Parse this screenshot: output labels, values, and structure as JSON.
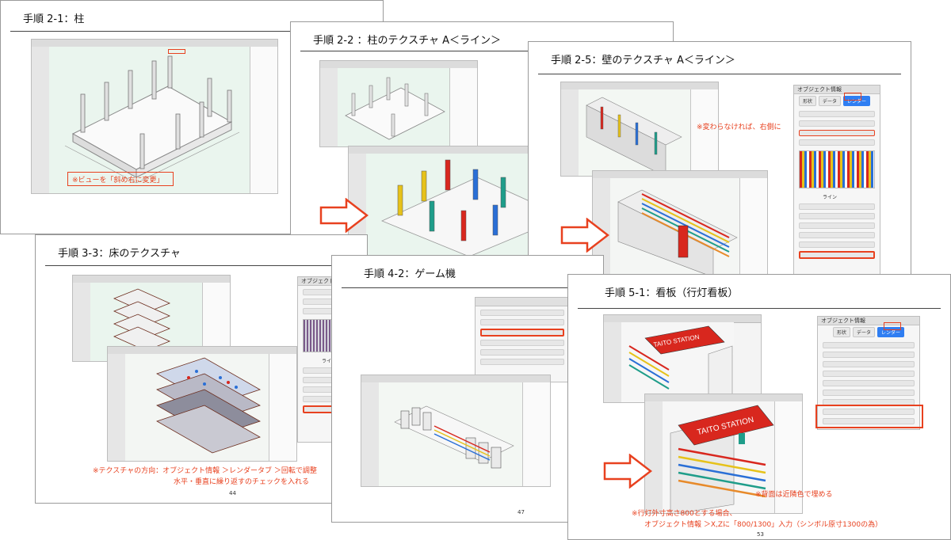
{
  "slides": [
    {
      "title": "手順 2-1：柱",
      "note": "※ビューを「斜め右に変更」",
      "page": ""
    },
    {
      "title": "手順 2-2 ：柱のテクスチャ A＜ライン＞",
      "note": "",
      "page": ""
    },
    {
      "title": "手順 2-5：壁のテクスチャ A＜ライン＞",
      "note": "※変わらなければ、右側に",
      "page": ""
    },
    {
      "title": "手順 3-3：床のテクスチャ",
      "note_line1": "※テクスチャの方向：オブジェクト情報 ＞レンダータブ ＞回転で調整",
      "note_line2": "水平・垂直に繰り返すのチェックを入れる",
      "page": "44"
    },
    {
      "title": "手順 4-2：ゲーム機",
      "note": "",
      "page": "47"
    },
    {
      "title": "手順 5-1：看板（行灯看板）",
      "note_back": "※背面は近隣色で埋める",
      "note_line1": "※行灯外寸高さ800とする場合、",
      "note_line2": "オブジェクト情報 ＞X,Zに「800/1300」入力（シンボル原寸1300の為）",
      "page": "53"
    }
  ],
  "panels": {
    "info_title": "オブジェクト情報",
    "tabs": [
      "形状",
      "データ",
      "レンダー"
    ],
    "texture_label": "ライン",
    "sign_text": "TAITO STATION"
  },
  "colors": {
    "accent_red": "#e8411f",
    "canvas_green": "#eaf5ee",
    "column_yellow": "#e6c21a",
    "column_red": "#d8271e",
    "column_blue": "#2a6fd6",
    "column_teal": "#1f9d8a"
  }
}
